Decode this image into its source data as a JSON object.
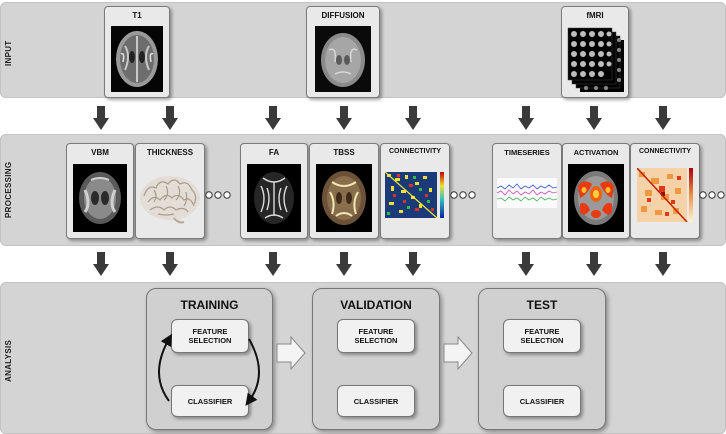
{
  "bands": {
    "input": "INPUT",
    "processing": "PROCESSING",
    "analysis": "ANALYSIS"
  },
  "inputs": {
    "t1": "T1",
    "diffusion": "DIFFUSION",
    "fmri": "fMRI"
  },
  "processing": {
    "vbm": "VBM",
    "thickness": "THICKNESS",
    "fa": "FA",
    "tbss": "TBSS",
    "connectivity_dti": "CONNECTIVITY",
    "timeseries": "TIMESERIES",
    "activation": "ACTIVATION",
    "connectivity_fmri": "CONNECTIVITY"
  },
  "stages": {
    "training": {
      "title": "TRAINING",
      "feature": "FEATURE\nSELECTION",
      "classifier": "CLASSIFIER"
    },
    "validation": {
      "title": "VALIDATION",
      "feature": "FEATURE\nSELECTION",
      "classifier": "CLASSIFIER"
    },
    "test": {
      "title": "TEST",
      "feature": "FEATURE\nSELECTION",
      "classifier": "CLASSIFIER"
    }
  },
  "colors": {
    "band": "#d4d4d4",
    "arrow": "#3a3a3a"
  }
}
